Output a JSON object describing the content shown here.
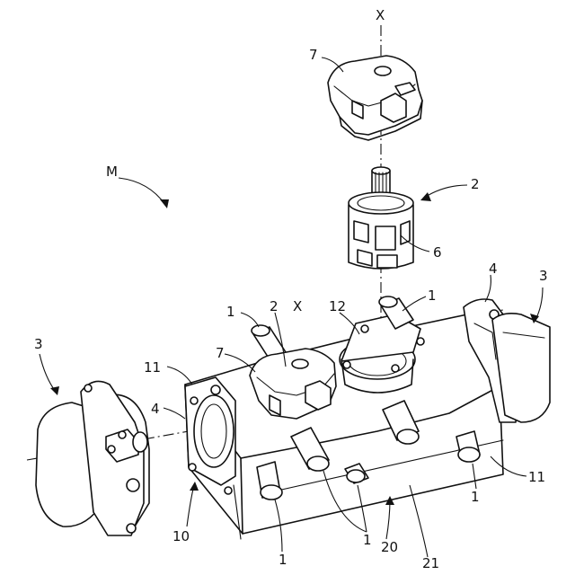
{
  "labels": {
    "axis_top": "X",
    "axis_mid": "X",
    "M": "M",
    "n7_top": "7",
    "n2_top": "2",
    "n6": "6",
    "n4_right": "4",
    "n3_right": "3",
    "n1_top_right": "1",
    "n1_top_left": "1",
    "n2_mid": "2",
    "n12": "12",
    "n3_left": "3",
    "n11_left": "11",
    "n7_mid": "7",
    "n4_left": "4",
    "n10": "10",
    "n11_right": "11",
    "n1_bottom_right": "1",
    "n1_bottom_mid": "1",
    "n1_bottom_left": "1",
    "n20": "20",
    "n21": "21"
  }
}
